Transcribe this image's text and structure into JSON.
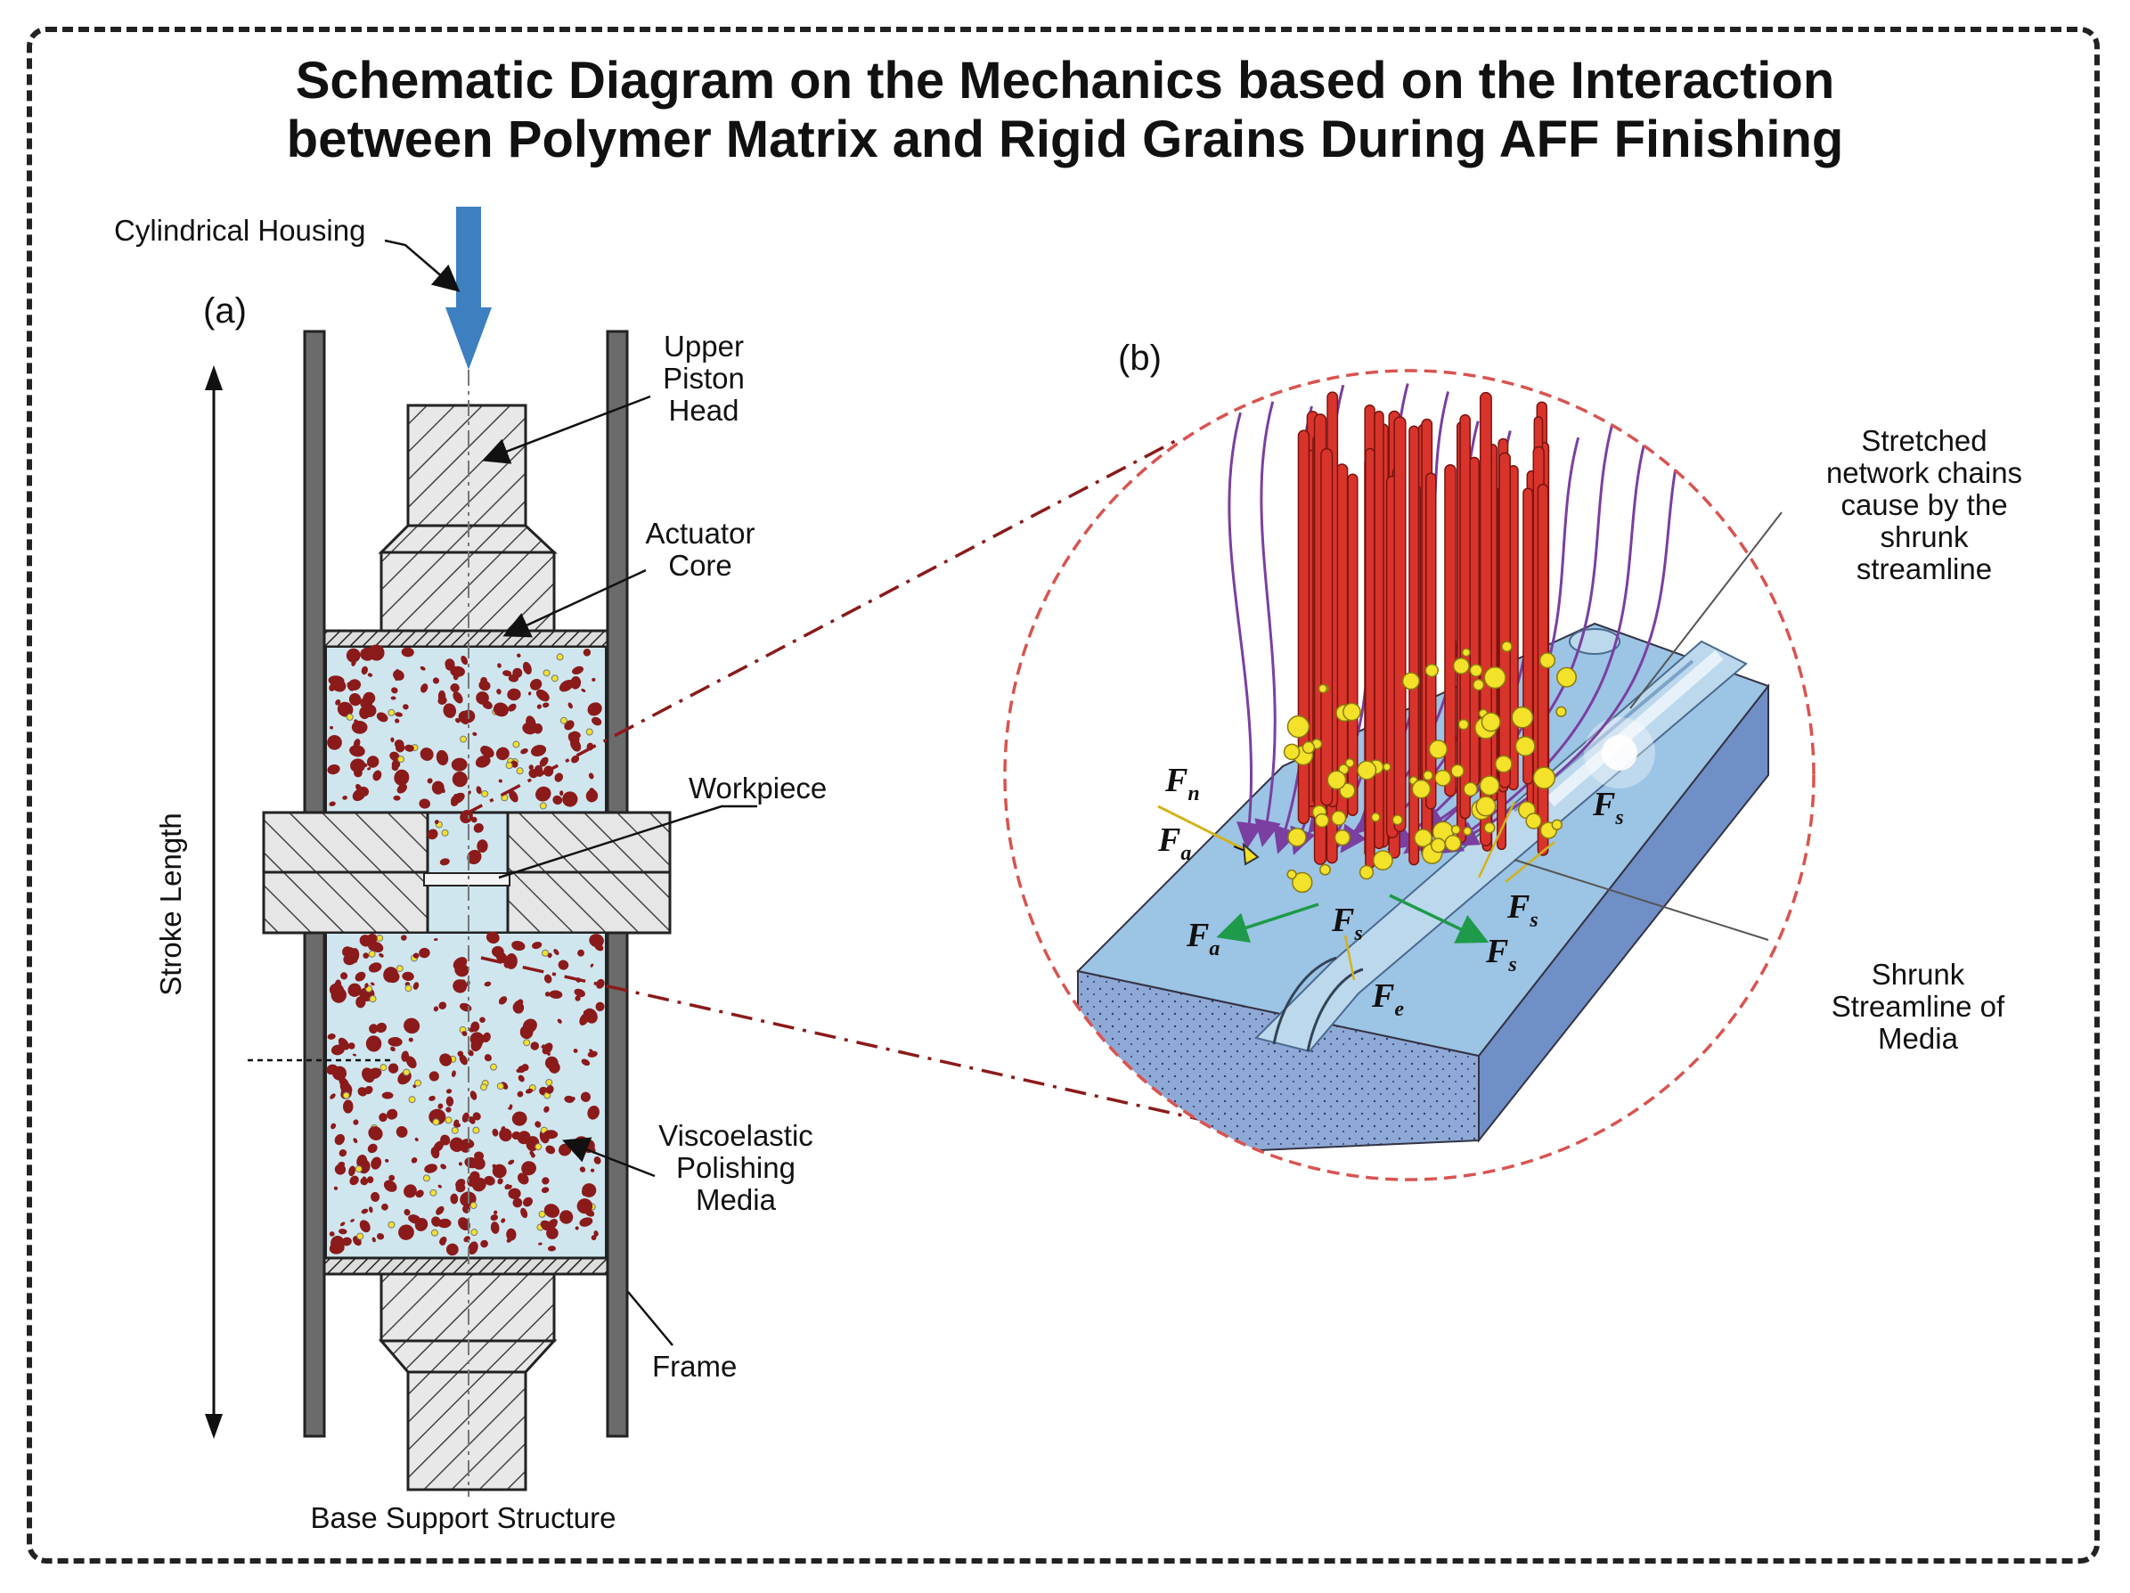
{
  "title": {
    "line1": "Schematic Diagram on the Mechanics based on the Interaction",
    "line2": "between Polymer Matrix and Rigid Grains During AFF Finishing"
  },
  "panel_a": {
    "label": "(a)",
    "cylindrical_housing": "Cylindrical Housing",
    "upper_piston": [
      "Upper",
      "Piston",
      "Head"
    ],
    "actuator_core": [
      "Actuator",
      "Core"
    ],
    "workpiece": "Workpiece",
    "viscoelastic_media": [
      "Viscoelastic",
      "Polishing",
      "Media"
    ],
    "frame": "Frame",
    "base_support": "Base Support Structure",
    "stroke_length": "Stroke Length"
  },
  "panel_b": {
    "label": "(b)",
    "stretched_chains": [
      "Stretched",
      "network chains",
      "cause by the",
      "shrunk",
      "streamline"
    ],
    "shrunk_streamline": [
      "Shrunk",
      "Streamline of",
      "Media"
    ],
    "forces": {
      "fn": {
        "main": "F",
        "sub": "n"
      },
      "fa_left": {
        "main": "F",
        "sub": "a"
      },
      "fa_bottom": {
        "main": "F",
        "sub": "a"
      },
      "fs_center": {
        "main": "F",
        "sub": "s"
      },
      "fs_right1": {
        "main": "F",
        "sub": "s"
      },
      "fs_right2": {
        "main": "F",
        "sub": "s"
      },
      "fs_top": {
        "main": "F",
        "sub": "s"
      },
      "fe": {
        "main": "F",
        "sub": "e"
      }
    }
  },
  "colors": {
    "housing_arrow": "#3d7fbf",
    "media": "#cfe6ef",
    "grains": "#8b1a1a",
    "fibers": "#d9342b",
    "abrasive": "#f3e12a",
    "magnify_circle": "#d9534f",
    "surface": "#9cc4e4"
  }
}
